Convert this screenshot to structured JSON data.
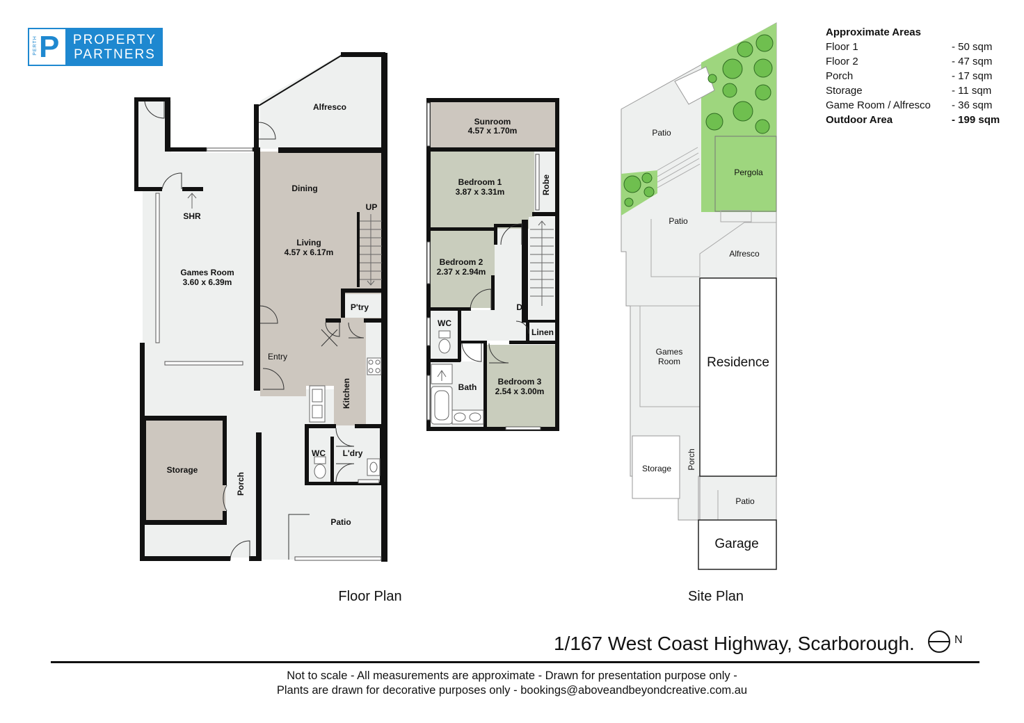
{
  "logo": {
    "side_text": "PERTH",
    "letter": "P",
    "line1": "PROPERTY",
    "line2": "PARTNERS"
  },
  "areas": {
    "title": "Approximate Areas",
    "rows": [
      {
        "name": "Floor 1",
        "value": "- 50 sqm"
      },
      {
        "name": "Floor 2",
        "value": "- 47 sqm"
      },
      {
        "name": "Porch",
        "value": "- 17 sqm"
      },
      {
        "name": "Storage",
        "value": "- 11 sqm"
      },
      {
        "name": "Game Room / Alfresco",
        "value": "- 36 sqm"
      }
    ],
    "total": {
      "name": "Outdoor Area",
      "value": "- 199 sqm"
    }
  },
  "floor1": {
    "alfresco": "Alfresco",
    "dining": "Dining",
    "up": "UP",
    "living": "Living",
    "living_dim": "4.57 x 6.17m",
    "shr": "SHR",
    "games": "Games Room",
    "games_dim": "3.60 x 6.39m",
    "pantry": "P'try",
    "entry": "Entry",
    "kitchen": "Kitchen",
    "storage": "Storage",
    "porch": "Porch",
    "wc": "WC",
    "laundry": "L'dry",
    "patio": "Patio"
  },
  "floor2": {
    "sunroom": "Sunroom",
    "sunroom_dim": "4.57 x 1.70m",
    "bed1": "Bedroom 1",
    "bed1_dim": "3.87 x 3.31m",
    "robe": "Robe",
    "bed2": "Bedroom 2",
    "bed2_dim": "2.37 x 2.94m",
    "dn": "DN",
    "wc": "WC",
    "linen": "Linen",
    "bath": "Bath",
    "bed3": "Bedroom 3",
    "bed3_dim": "2.54 x 3.00m"
  },
  "site": {
    "patio_top": "Patio",
    "pergola": "Pergola",
    "patio_mid": "Patio",
    "alfresco": "Alfresco",
    "games_l1": "Games",
    "games_l2": "Room",
    "residence": "Residence",
    "storage": "Storage",
    "porch": "Porch",
    "patio_bot": "Patio",
    "garage": "Garage"
  },
  "captions": {
    "floor_plan": "Floor Plan",
    "site_plan": "Site Plan"
  },
  "address": "1/167 West Coast Highway, Scarborough.",
  "north": "N",
  "footer": {
    "line1": "Not to scale - All measurements are approximate - Drawn for presentation purpose only -",
    "line2": "Plants are drawn for decorative purposes only - bookings@aboveandbeyondcreative.com.au"
  },
  "colors": {
    "brand_blue": "#1e88d0",
    "room_grey": "#cdc7bf",
    "room_green": "#c9cdbd",
    "outdoor_grey": "#eef0ef",
    "lawn_green": "#9ed67e",
    "wall": "#111111"
  }
}
